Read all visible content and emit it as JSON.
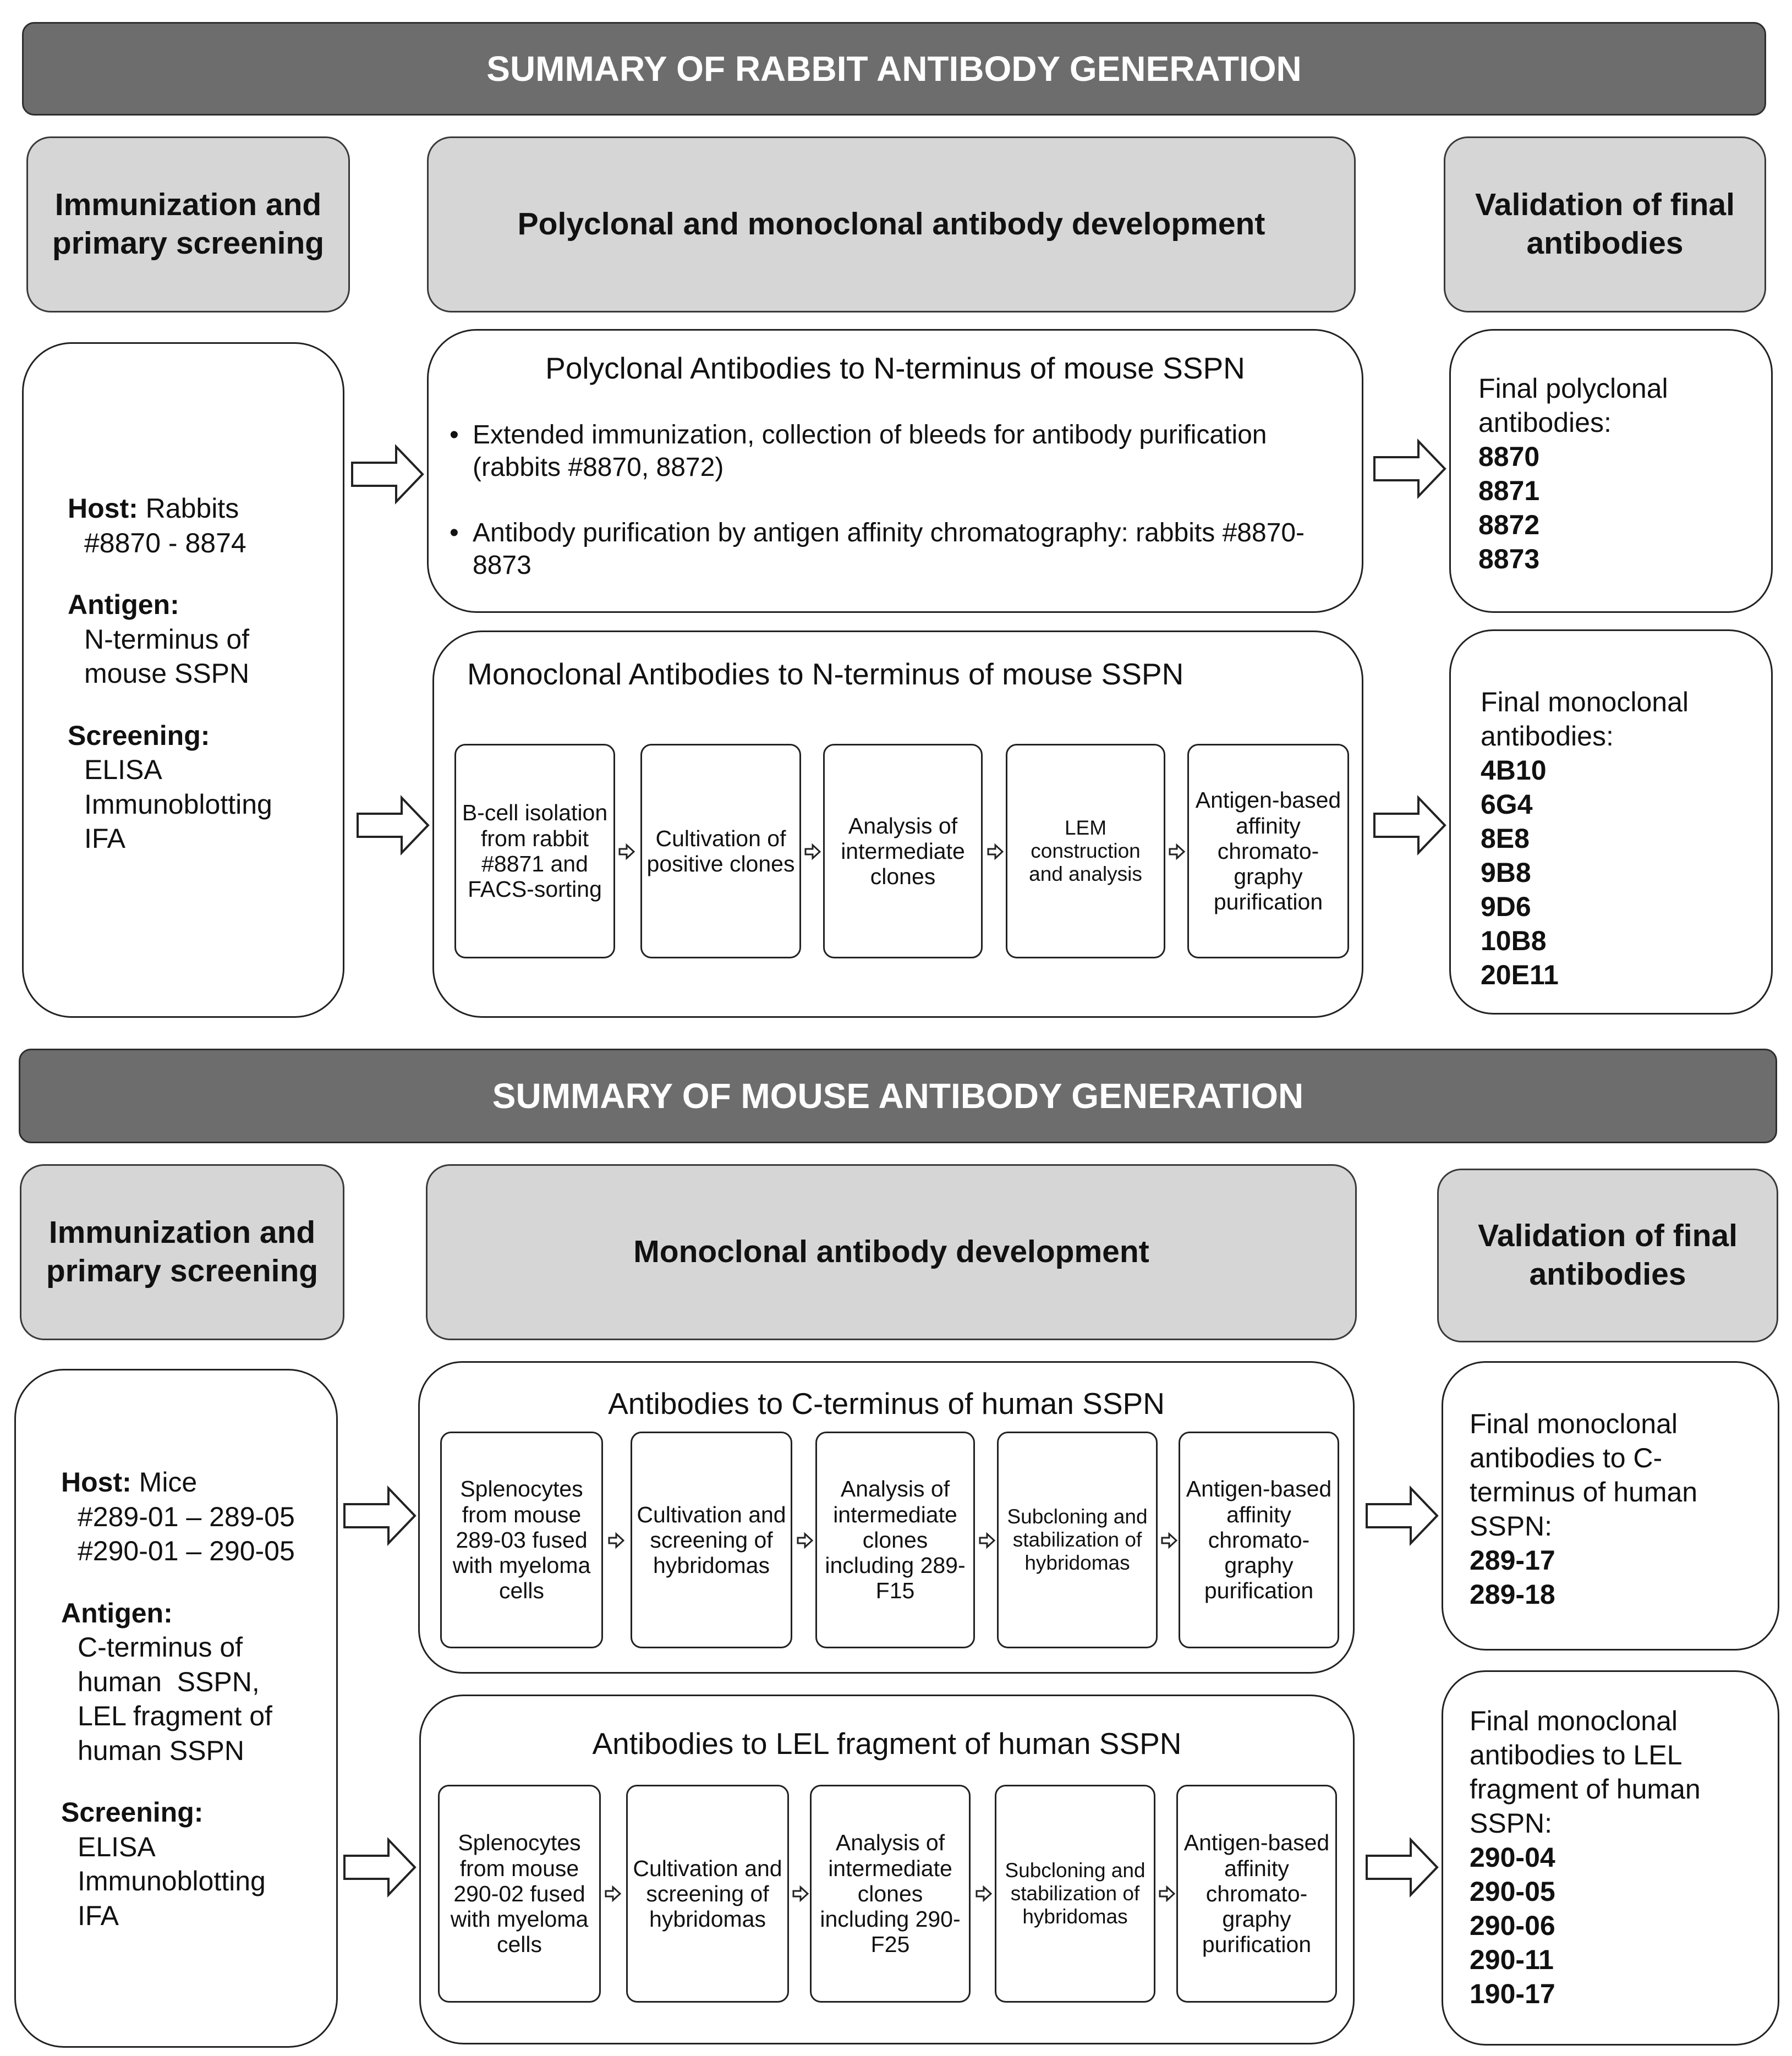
{
  "rabbit": {
    "banner": "SUMMARY OF RABBIT ANTIBODY GENERATION",
    "headers": {
      "immunization": "Immunization and primary screening",
      "development": "Polyclonal and monoclonal antibody development",
      "validation": "Validation of final antibodies"
    },
    "info": {
      "host_label": "Host:",
      "host_value": "Rabbits",
      "host_ids": "#8870 - 8874",
      "antigen_label": "Antigen:",
      "antigen_1": "N-terminus of",
      "antigen_2": "mouse SSPN",
      "screening_label": "Screening:",
      "screening_1": "ELISA",
      "screening_2": "Immunoblotting",
      "screening_3": "IFA"
    },
    "polyclonal": {
      "title": "Polyclonal Antibodies to N-terminus of mouse SSPN",
      "bullet_1": "Extended immunization, collection of bleeds for antibody purification (rabbits #8870, 8872)",
      "bullet_2": "Antibody purification by antigen affinity chromatography: rabbits #8870-8873"
    },
    "monoclonal": {
      "title": "Monoclonal Antibodies to N-terminus of mouse SSPN",
      "steps": [
        "B-cell isolation from rabbit #8871 and FACS-sorting",
        "Cultivation of positive clones",
        "Analysis of intermediate clones",
        "LEM construction and analysis",
        "Antigen-based affinity chromato-graphy purification"
      ]
    },
    "final_poly": {
      "label": "Final polyclonal antibodies:",
      "values": [
        "8870",
        "8871",
        "8872",
        "8873"
      ]
    },
    "final_mono": {
      "label": "Final monoclonal antibodies:",
      "values": [
        "4B10",
        "6G4",
        "8E8",
        "9B8",
        "9D6",
        "10B8",
        "20E11"
      ]
    }
  },
  "mouse": {
    "banner": "SUMMARY OF MOUSE ANTIBODY GENERATION",
    "headers": {
      "immunization": "Immunization and primary screening",
      "development": "Monoclonal antibody development",
      "validation": "Validation of final antibodies"
    },
    "info": {
      "host_label": "Host:",
      "host_value": "Mice",
      "host_ids_1": "#289-01 – 289-05",
      "host_ids_2": "#290-01 – 290-05",
      "antigen_label": "Antigen:",
      "antigen_1": "C-terminus of",
      "antigen_2": "human  SSPN,",
      "antigen_3": "LEL fragment of",
      "antigen_4": "human SSPN",
      "screening_label": "Screening:",
      "screening_1": "ELISA",
      "screening_2": "Immunoblotting",
      "screening_3": "IFA"
    },
    "c_terminus": {
      "title": "Antibodies to C-terminus of human SSPN",
      "steps": [
        "Splenocytes from mouse 289-03 fused with myeloma cells",
        "Cultivation and screening of hybridomas",
        "Analysis of intermediate clones including 289-F15",
        "Subcloning and stabilization of hybridomas",
        "Antigen-based affinity chromato-graphy purification"
      ]
    },
    "lel": {
      "title": "Antibodies to LEL fragment of human SSPN",
      "steps": [
        "Splenocytes from mouse 290-02 fused with myeloma cells",
        "Cultivation and screening of hybridomas",
        "Analysis of intermediate clones including 290-F25",
        "Subcloning and stabilization of hybridomas",
        "Antigen-based affinity chromato-graphy purification"
      ]
    },
    "final_c": {
      "label": "Final monoclonal antibodies to C-terminus of human SSPN:",
      "values": [
        "289-17",
        "289-18"
      ]
    },
    "final_lel": {
      "label": "Final monoclonal antibodies to LEL fragment of human SSPN:",
      "values": [
        "290-04",
        "290-05",
        "290-06",
        "290-11",
        "190-17"
      ]
    }
  }
}
